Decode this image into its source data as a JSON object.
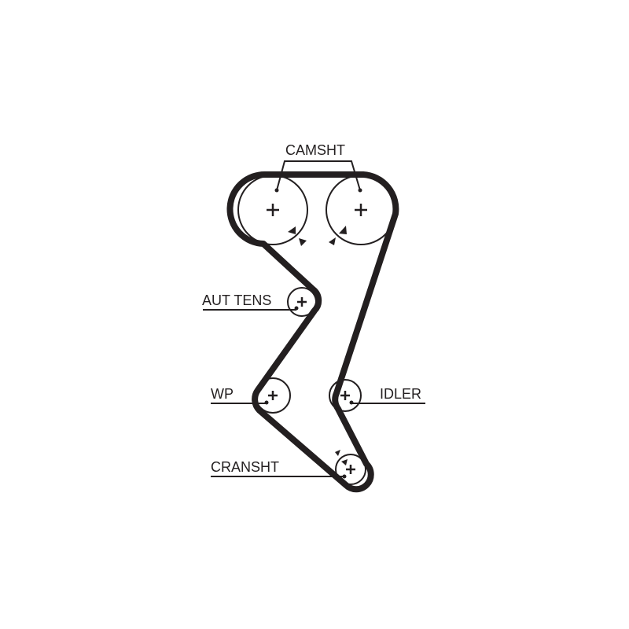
{
  "labels": {
    "camshaft": "CAMSHT",
    "auto_tensioner": "AUT TENS",
    "water_pump": "WP",
    "idler": "IDLER",
    "crankshaft": "CRANSHT"
  },
  "colors": {
    "ink": "#231f20",
    "background": "#ffffff"
  }
}
